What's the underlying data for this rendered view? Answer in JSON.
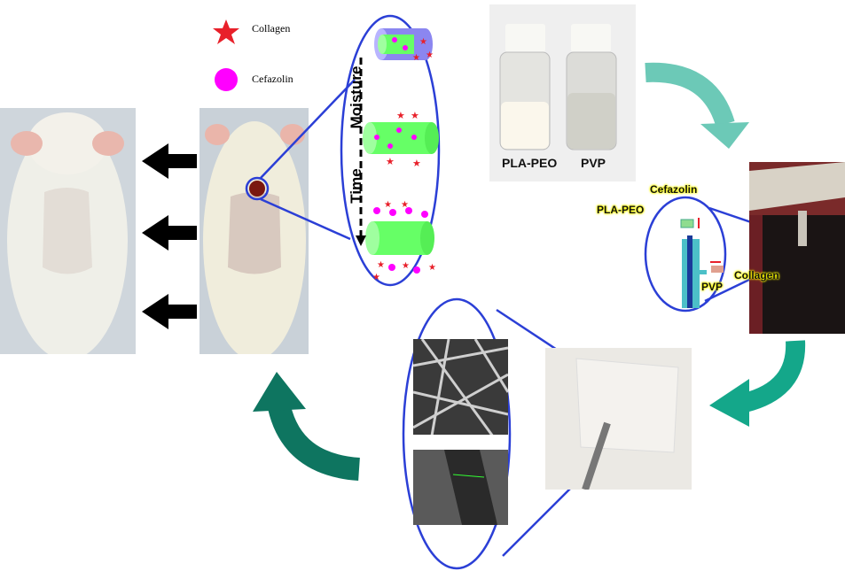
{
  "legend": {
    "items": [
      {
        "label": "Collagen",
        "icon": "red-star-icon",
        "color": "#e8202a"
      },
      {
        "label": "Cefazolin",
        "icon": "magenta-circle-icon",
        "color": "#ff00ff"
      }
    ]
  },
  "release_diagram": {
    "axis_moisture": "Moisture",
    "axis_time": "Time"
  },
  "vials": {
    "left_label": "PLA-PEO",
    "right_label": "PVP"
  },
  "electrospinning": {
    "labels": {
      "cefazolin": "Cefazolin",
      "pla_peo": "PLA-PEO",
      "pvp": "PVP",
      "collagen": "Collagen"
    }
  },
  "colors": {
    "ellipse_outline": "#2b3fd6",
    "arrow_teal_light": "#6cc9b7",
    "arrow_teal": "#14a78a",
    "arrow_green_dark": "#0e7560",
    "cylinder_green": "#66ff66",
    "cylinder_purple": "#8b86f0"
  }
}
